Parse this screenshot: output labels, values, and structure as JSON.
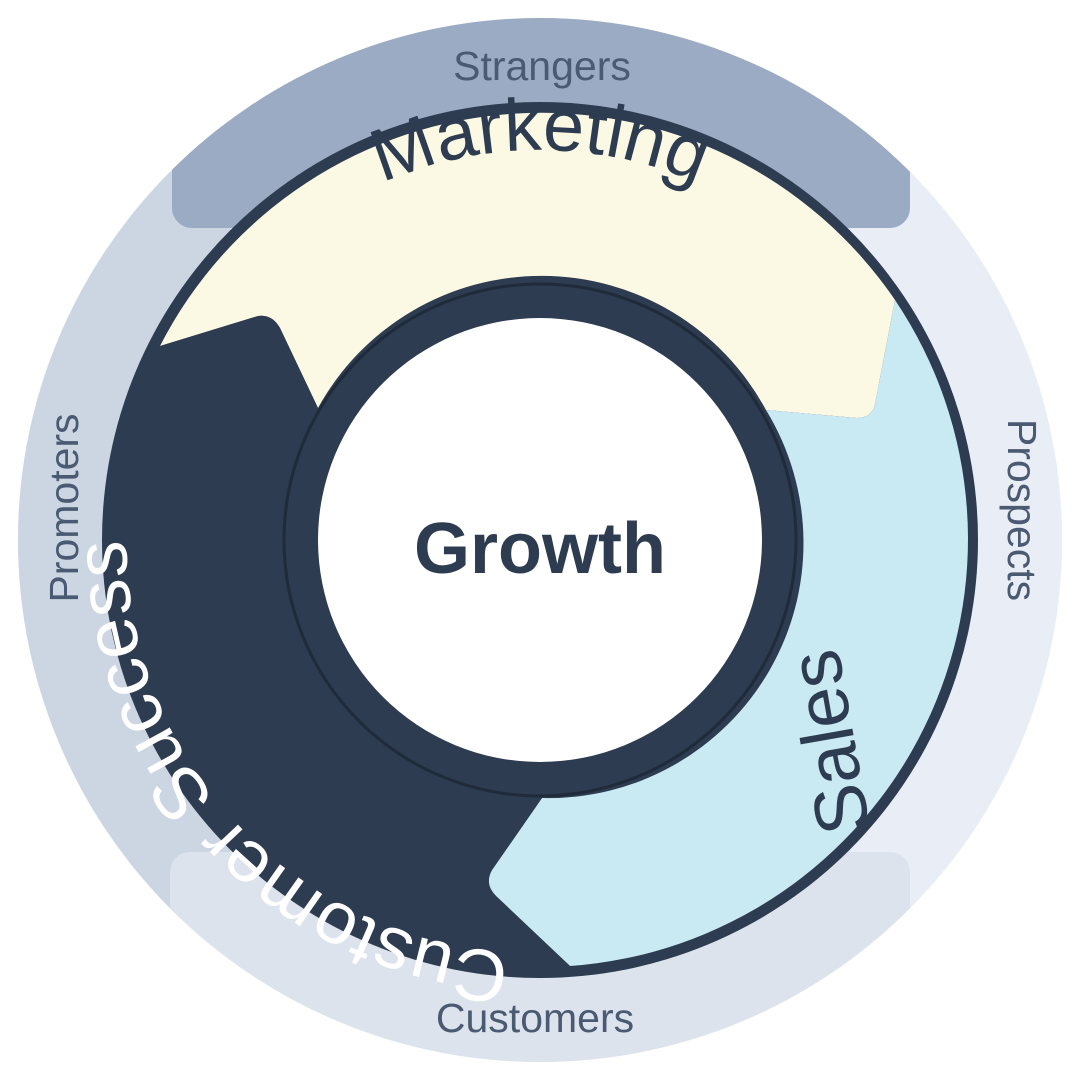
{
  "center": {
    "label": "Growth"
  },
  "segments": [
    {
      "id": "marketing",
      "label": "Marketing",
      "fill": "#fbf9e4",
      "text_color": "#2d3c50"
    },
    {
      "id": "sales",
      "label": "Sales",
      "fill": "#c9e9f3",
      "text_color": "#2d3c50"
    },
    {
      "id": "customer-success",
      "label": "Customer Success",
      "fill": "#2d3c50",
      "text_color": "#ffffff"
    }
  ],
  "stages": [
    {
      "id": "strangers",
      "label": "Strangers",
      "fill": "#9aabc3"
    },
    {
      "id": "prospects",
      "label": "Prospects",
      "fill": "#e9eef6"
    },
    {
      "id": "customers",
      "label": "Customers",
      "fill": "#dde3ec"
    },
    {
      "id": "promoters",
      "label": "Promoters",
      "fill": "#ccd6e2"
    }
  ],
  "colors": {
    "outer_disc": "#dde3ec",
    "dark_ring": "#2d3c50",
    "hub_fill": "#ffffff"
  }
}
